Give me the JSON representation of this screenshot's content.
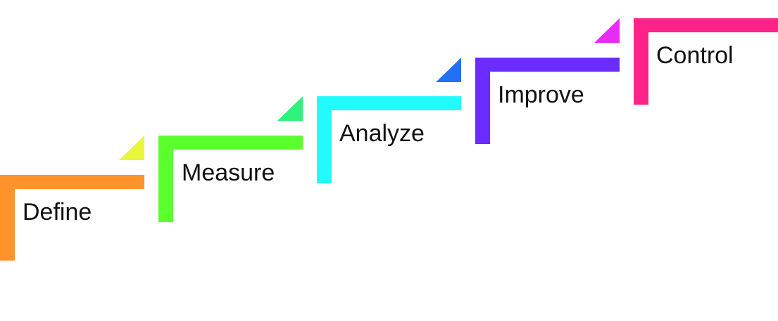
{
  "steps": [
    {
      "label": "Define",
      "color": "#FF9228",
      "accent_color": "#E8F53A"
    },
    {
      "label": "Measure",
      "color": "#5CFF2E",
      "accent_color": "#2EF27A"
    },
    {
      "label": "Analyze",
      "color": "#22FBFB",
      "accent_color": "#2270F5"
    },
    {
      "label": "Improve",
      "color": "#6B2CFF",
      "accent_color": "#E82BF5"
    },
    {
      "label": "Control",
      "color": "#FF2288"
    }
  ]
}
